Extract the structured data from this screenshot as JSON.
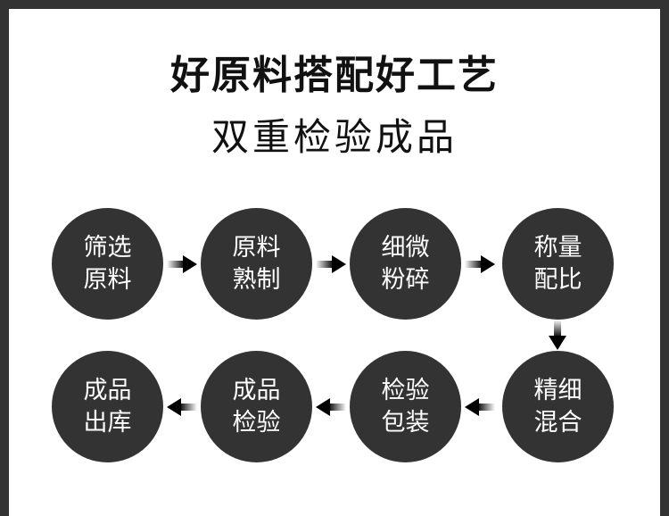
{
  "title": "好原料搭配好工艺",
  "subtitle": "双重检验成品",
  "steps": [
    {
      "l1": "筛选",
      "l2": "原料"
    },
    {
      "l1": "原料",
      "l2": "熟制"
    },
    {
      "l1": "细微",
      "l2": "粉碎"
    },
    {
      "l1": "称量",
      "l2": "配比"
    },
    {
      "l1": "精细",
      "l2": "混合"
    },
    {
      "l1": "检验",
      "l2": "包装"
    },
    {
      "l1": "成品",
      "l2": "检验"
    },
    {
      "l1": "成品",
      "l2": "出库"
    }
  ],
  "colors": {
    "circle": "#333333",
    "frame": "#333333"
  }
}
